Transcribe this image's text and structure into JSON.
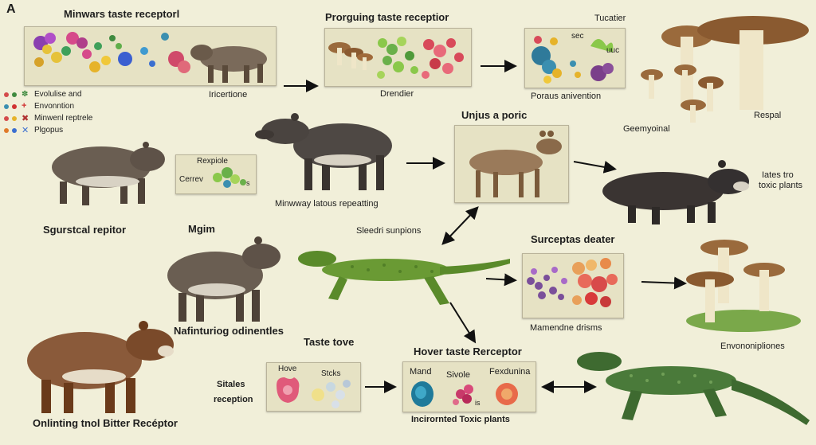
{
  "figure": {
    "panel_letter": "A",
    "labels": {
      "minwars_title": "Minwars taste receptorl",
      "proguing_title": "Prorguing taste receptior",
      "tucatier": "Tucatier",
      "inicertione": "Iricertione",
      "drendier": "Drendier",
      "poraus": "Poraus anivention",
      "respal": "Respal",
      "geemyoinal": "Geemyoinal",
      "unjus": "Unjus a poric",
      "rexpiole": "Rexpiole",
      "cerrev": "Cerrev",
      "cerrev_tag": "s",
      "minway": "Minwway latous repeatting",
      "surgstocal": "Sgurstcal repitor",
      "lates_two_1": "Iates tro",
      "lates_two_2": "toxic plants",
      "mgim": "Mgim",
      "sleedri": "Sleedri sunpions",
      "surceptas": "Surceptas deater",
      "naiinturniog": "Nafinturiog odinentles",
      "mamendne": "Mamendne drisms",
      "taste_tove": "Taste tove",
      "hover_title": "Hover taste Rerceptor",
      "envonon": "Envononipliones",
      "hove": "Hove",
      "sitales_1": "Sitales",
      "sitales_2": "reception",
      "sticks": "Stcks",
      "mand": "Mand",
      "sinvole": "Sivole",
      "fexdunina": "Fexdunina",
      "is_tag": "is",
      "inciionted": "Incirornted Toxic plants",
      "oniinting": "Onlinting tnol Bitter Recéptor",
      "sec_tag": "sec",
      "uuc_tag": "uuc"
    },
    "legend": [
      {
        "label": "Evolulise and",
        "dot1": "#d44b4b",
        "dot2": "#3f8a3f",
        "icon": "gear-icon"
      },
      {
        "label": "Envonntion",
        "dot1": "#3b8fb0",
        "dot2": "#d03232",
        "icon": "plus-icon"
      },
      {
        "label": "Minwenl reptrele",
        "dot1": "#d44b4b",
        "dot2": "#e6b32a",
        "icon": "cross-icon"
      },
      {
        "label": "Plgopus",
        "dot1": "#e07a2a",
        "dot2": "#3b6fd0",
        "icon": "x-icon"
      }
    ],
    "colors": {
      "background": "#f1efd9",
      "panel": "#e6e2c4",
      "lizard": "#6a9a34",
      "mushroom_cap": "#9a6a3c",
      "mushroom_stem": "#efe6c8"
    }
  }
}
